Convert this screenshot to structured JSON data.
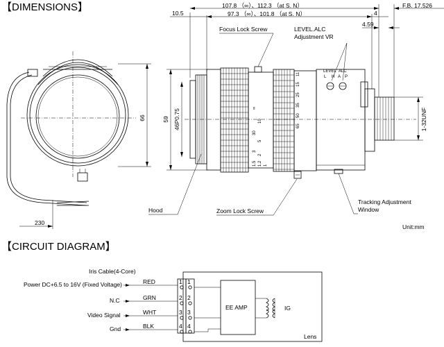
{
  "headings": {
    "dimensions": "【DIMENSIONS】",
    "circuit": "【CIRCUIT DIAGRAM】"
  },
  "dimensions": {
    "top_dim_1": "107.8 （∞）、112.3 （at S. N）",
    "top_dim_2": "97.3 （∞）、101.8 （at S. N）",
    "dim_10_5": "10.5",
    "dim_4": "4",
    "dim_4_59": "4.59",
    "fb": "F.B. 17.526",
    "dim_66": "66",
    "dim_59": "59",
    "dim_46": "46P0.75",
    "dim_thread": "1-32UNF",
    "dim_230": "230",
    "unit": "Unit:mm"
  },
  "callouts": {
    "focus_lock": "Focus Lock Screw",
    "level_alc_1": "LEVEL.ALC",
    "level_alc_2": "Adjustment VR",
    "hood": "Hood",
    "zoom_lock": "Zoom Lock Screw",
    "tracking_1": "Tracking Adjustment",
    "tracking_2": "Window"
  },
  "vr_labels": {
    "level": "LEVEL",
    "alc": "ALC",
    "l": "L",
    "h": "H",
    "a": "A",
    "p": "P"
  },
  "lens_scale": {
    "zoom": [
      "11",
      "15",
      "25",
      "35",
      "50",
      "65"
    ],
    "focus": [
      "∞",
      "30",
      "10",
      "5",
      "3",
      "2",
      "1.5",
      "1.2",
      "1"
    ]
  },
  "circuit": {
    "cable": "Iris Cable(4-Core)",
    "rows": [
      {
        "label": "Power DC+6.5 to 16V (Fixed Voltage)",
        "wire": "RED",
        "pin": "1"
      },
      {
        "label": "N.C",
        "wire": "GRN",
        "pin": "2"
      },
      {
        "label": "Video Signal",
        "wire": "WHT",
        "pin": "3"
      },
      {
        "label": "Gnd",
        "wire": "BLK",
        "pin": "4"
      }
    ],
    "amp": "EE AMP",
    "ig": "IG",
    "lens": "Lens"
  }
}
